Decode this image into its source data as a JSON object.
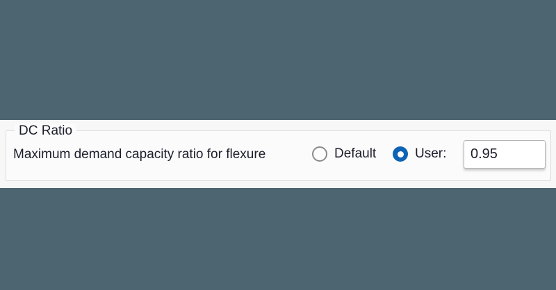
{
  "colors": {
    "background": "#4c6570",
    "panel_bg": "#f7f7f8",
    "groupbox_bg": "#fbfbfc",
    "groupbox_border": "#dcdcdc",
    "text": "#1d1d2b",
    "radio_selected_blue": "#0e63b5",
    "radio_unselected_border": "#8b8b8b",
    "input_border": "#b3b3b3"
  },
  "dc_ratio_group": {
    "title": "DC Ratio",
    "description_label": "Maximum demand capacity ratio for flexure",
    "radios": {
      "default": {
        "label": "Default",
        "selected": false
      },
      "user": {
        "label": "User:",
        "selected": true
      }
    },
    "user_value_input": {
      "value": "0.95",
      "placeholder": ""
    }
  }
}
